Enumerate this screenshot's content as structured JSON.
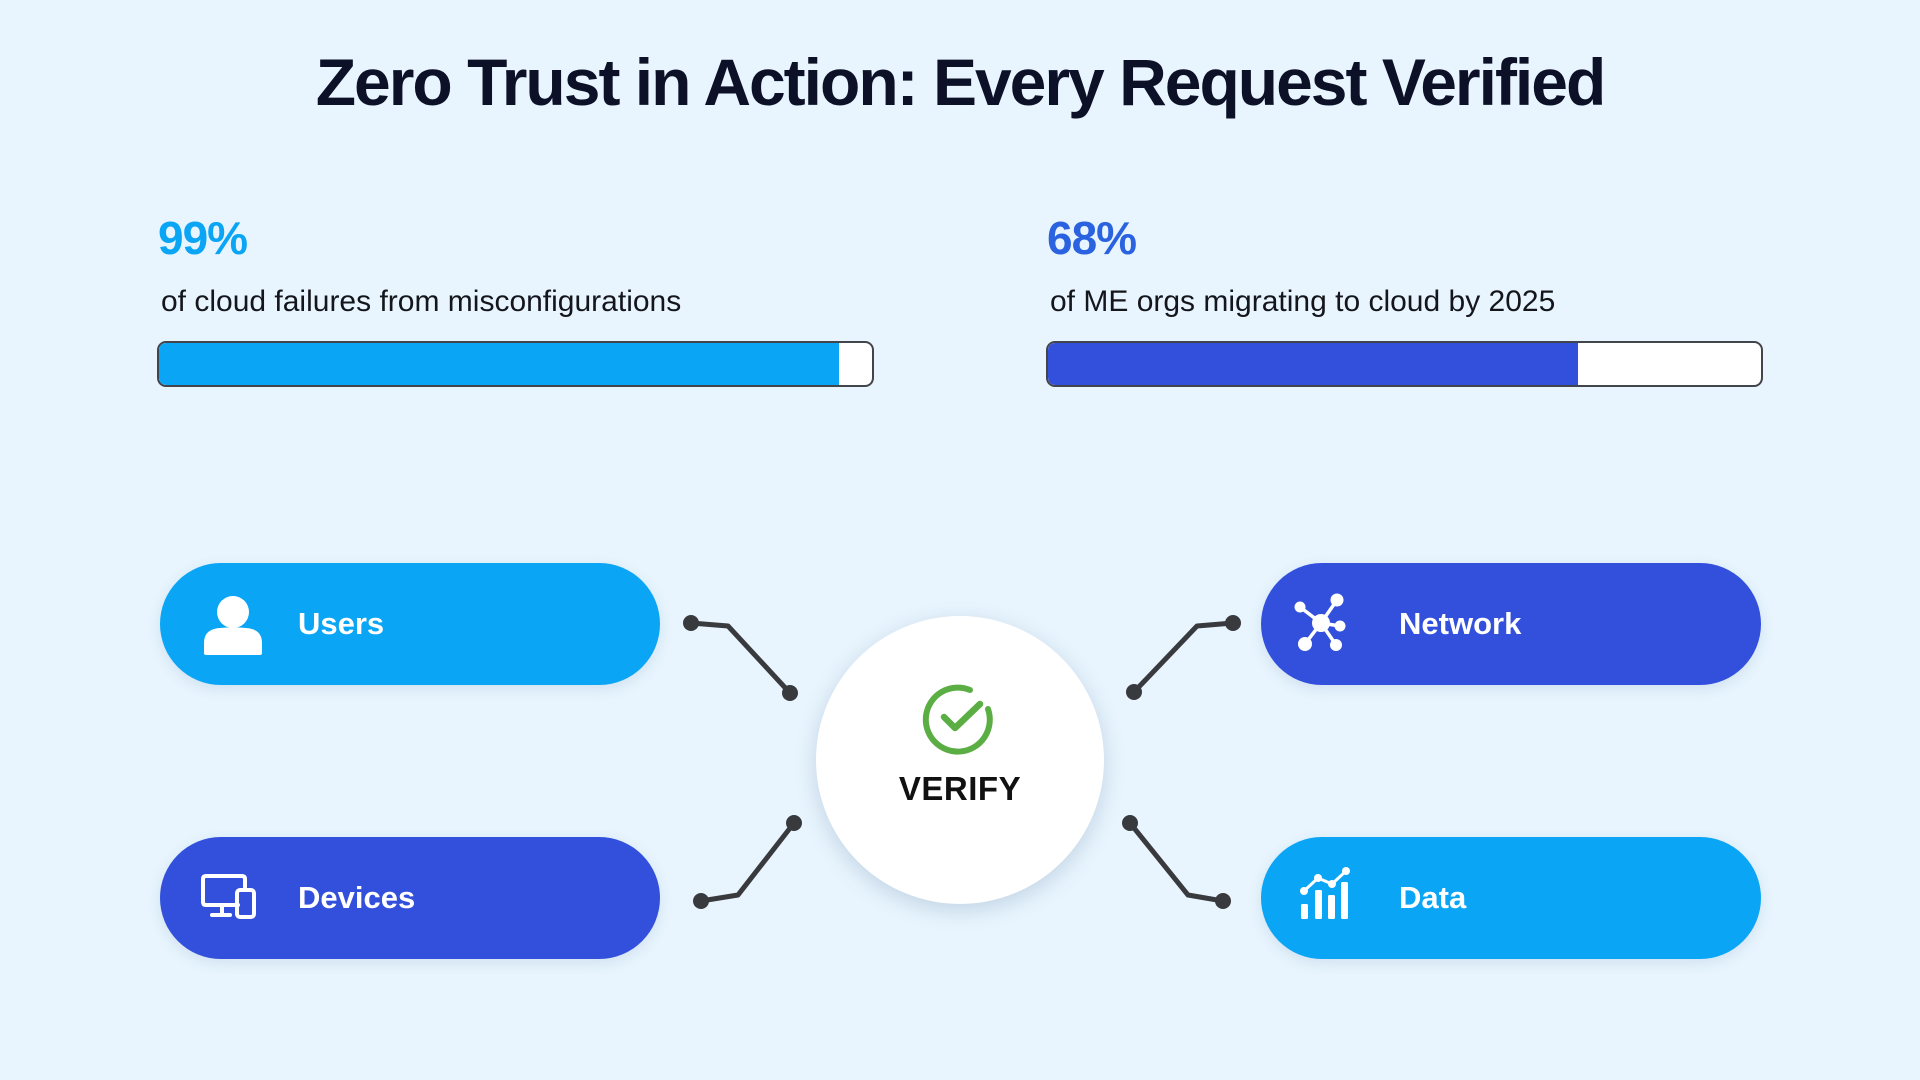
{
  "title": "Zero Trust in Action: Every Request Verified",
  "stats": [
    {
      "value": "99%",
      "description": "of cloud failures from misconfigurations",
      "fill_percent": 95.4,
      "color": "#0AA5F5"
    },
    {
      "value": "68%",
      "description": "of ME orgs migrating to cloud by 2025",
      "fill_percent": 74.3,
      "color": "#3250DC"
    }
  ],
  "pillars": [
    {
      "label": "Users",
      "icon": "user-icon",
      "color": "#0AA5F5",
      "position": "top-left"
    },
    {
      "label": "Devices",
      "icon": "devices-icon",
      "color": "#3250DC",
      "position": "bottom-left"
    },
    {
      "label": "Network",
      "icon": "network-icon",
      "color": "#3250DC",
      "position": "top-right"
    },
    {
      "label": "Data",
      "icon": "data-chart-icon",
      "color": "#0AA5F5",
      "position": "bottom-right"
    }
  ],
  "center": {
    "label": "VERIFY",
    "icon": "check-circle-icon",
    "icon_color": "#5BAE44"
  },
  "colors": {
    "background": "#E8F5FE",
    "title": "#0D1128",
    "connector": "#383A3E"
  }
}
